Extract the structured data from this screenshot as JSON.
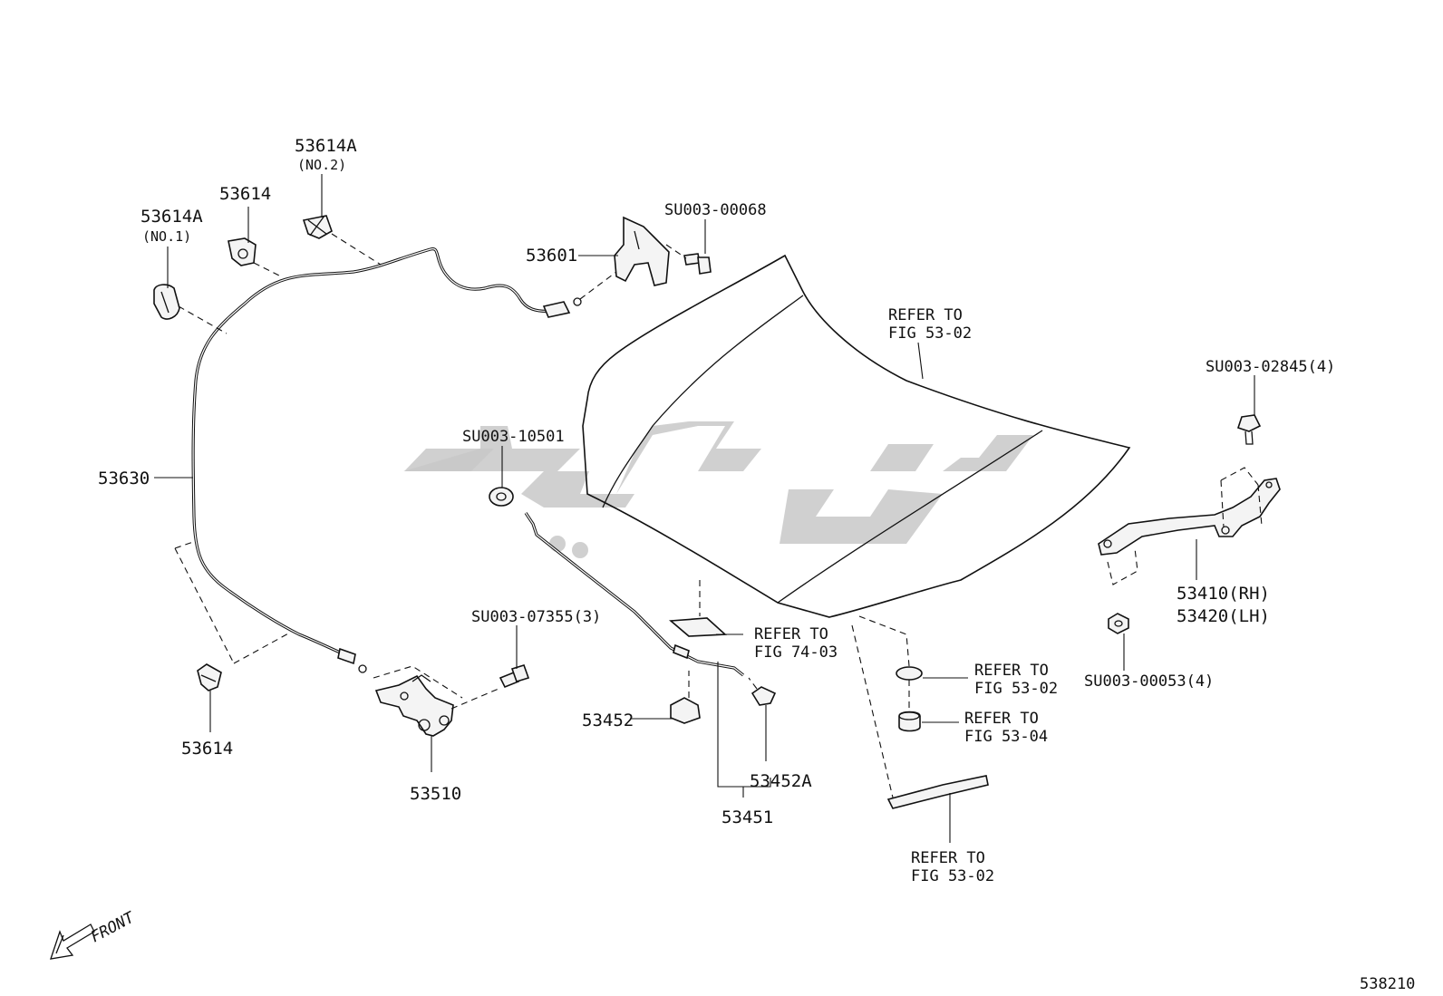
{
  "labels": {
    "p53614A_no1": "53614A",
    "p53614A_no1_sub": "(NO.1)",
    "p53614_top": "53614",
    "p53614A_no2": "53614A",
    "p53614A_no2_sub": "(NO.2)",
    "p53601": "53601",
    "su003_00068": "SU003-00068",
    "p53630": "53630",
    "su003_10501": "SU003-10501",
    "su003_07355": "SU003-07355(3)",
    "p53614_bottom": "53614",
    "p53510": "53510",
    "p53452": "53452",
    "p53452A": "53452A",
    "p53451": "53451",
    "su003_02845": "SU003-02845(4)",
    "p53410": "53410(RH)",
    "p53420": "53420(LH)",
    "su003_00053": "SU003-00053(4)",
    "ref_hood_1": "REFER TO",
    "ref_hood_2": "FIG 53-02",
    "ref_7403_1": "REFER TO",
    "ref_7403_2": "FIG 74-03",
    "ref_cushion_1": "REFER TO",
    "ref_cushion_2": "FIG 53-02",
    "ref_5304_1": "REFER TO",
    "ref_5304_2": "FIG 53-04",
    "ref_seal_1": "REFER TO",
    "ref_seal_2": "FIG 53-02",
    "front": "FRONT",
    "figure_number": "538210"
  },
  "icons": {
    "front_arrow": "front-direction-arrow-icon",
    "watermark": "watermark-logo"
  },
  "colors": {
    "line": "#111111",
    "watermark": "#c8c8c8",
    "background": "#ffffff"
  }
}
